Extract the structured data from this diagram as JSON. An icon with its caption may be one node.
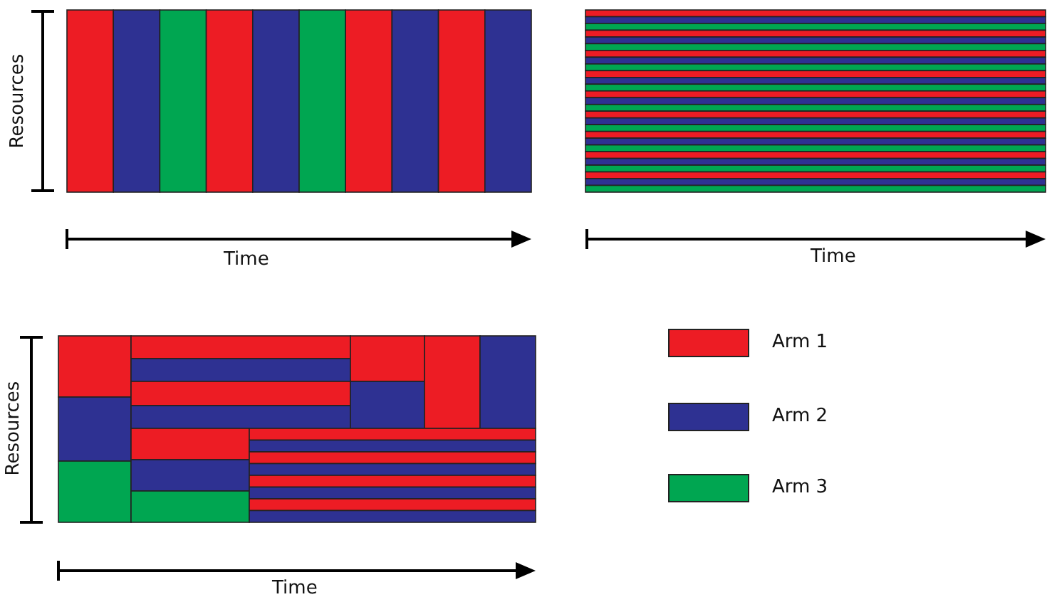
{
  "diagram": {
    "labels": [
      "Resources",
      "Time",
      "Time",
      "Resources",
      "Time"
    ],
    "legend": [
      {
        "text": "Arm 1",
        "color": "#ed1c24"
      },
      {
        "text": "Arm 2",
        "color": "#2e3192"
      },
      {
        "text": "Arm 3",
        "color": "#00a651"
      }
    ]
  }
}
